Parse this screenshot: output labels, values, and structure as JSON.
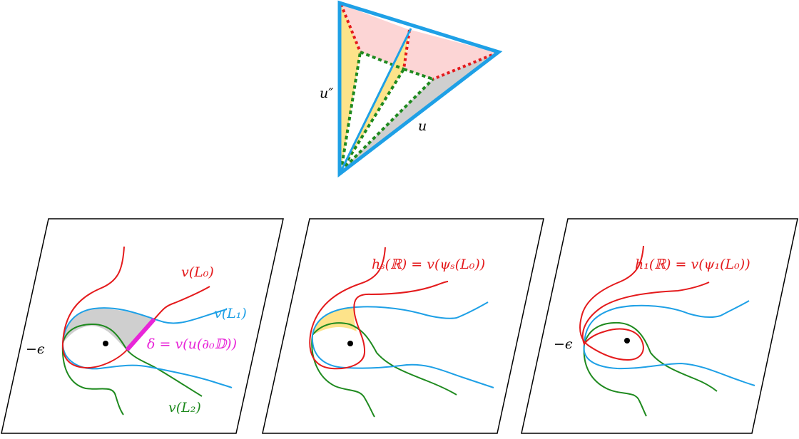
{
  "colors": {
    "blue": "#1ea0e6",
    "red": "#e41a1c",
    "green": "#1f8a1f",
    "magenta": "#e825d8",
    "gray": "#cfcfcf",
    "yellow": "#fde38a",
    "pink": "#fcd5d5",
    "black": "#000000"
  },
  "triangle": {
    "label_u_double_prime": "u″",
    "label_u": "u"
  },
  "panels": [
    {
      "label_L0": "v(L₀)",
      "label_L1": "v(L₁)",
      "label_L2": "v(L₂)",
      "label_delta": "δ = v(u(∂₀𝔻))",
      "label_eps": "−ϵ"
    },
    {
      "label_h": "hₛ(ℝ) = v(ψₛ(L₀))"
    },
    {
      "label_h": "h₁(ℝ) = v(ψ₁(L₀))",
      "label_eps": "−ϵ"
    }
  ]
}
